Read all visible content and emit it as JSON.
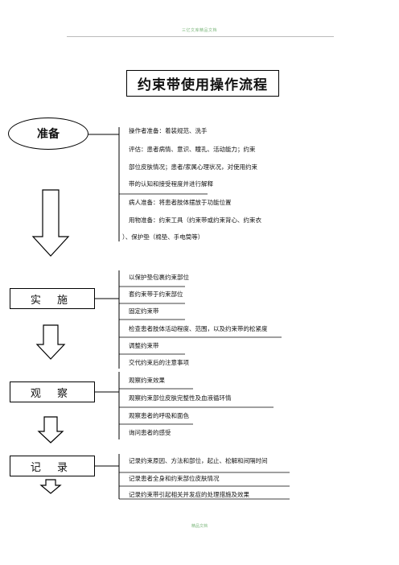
{
  "header": {
    "text": "三亿文库精品文档"
  },
  "title": "约束带使用操作流程",
  "steps": {
    "prepare": "准备",
    "implement": "实 施",
    "observe": "观 察",
    "record": "记 录"
  },
  "prepare_items": [
    "操作者准备：着装规范、洗手",
    "评估：患者病情、意识、瞳孔、活动能力；约束",
    "部位皮肤情况；患者/家属心理状况，对使用约束",
    "带的认知和接受程度并进行解释",
    "病人准备：将患者肢体摆放于功能位置",
    "用物准备：约束工具（约束带或约束背心、约束衣",
    "）、保护垫（棉垫、手电筒等）"
  ],
  "implement_items": [
    "以保护垫包裹约束部位",
    "套约束带于约束部位",
    "固定约束带",
    "检查患者肢体活动程度、范围，以及约束带的松紧度",
    "调整约束带",
    "交代约束后的注意事项"
  ],
  "observe_items": [
    "观察约束效果",
    "观察约束部位皮肤完整性及血液循环情",
    "观察患者的呼吸和面色",
    "询问患者的感受"
  ],
  "record_items": [
    "记录约束原因、方法和部位，起止、松解和间隔时间",
    "记录患者全身和约束部位皮肤情况",
    "记录约束带引起相关并发症的处理措施及效果"
  ],
  "footer": {
    "text": "精品文档"
  }
}
